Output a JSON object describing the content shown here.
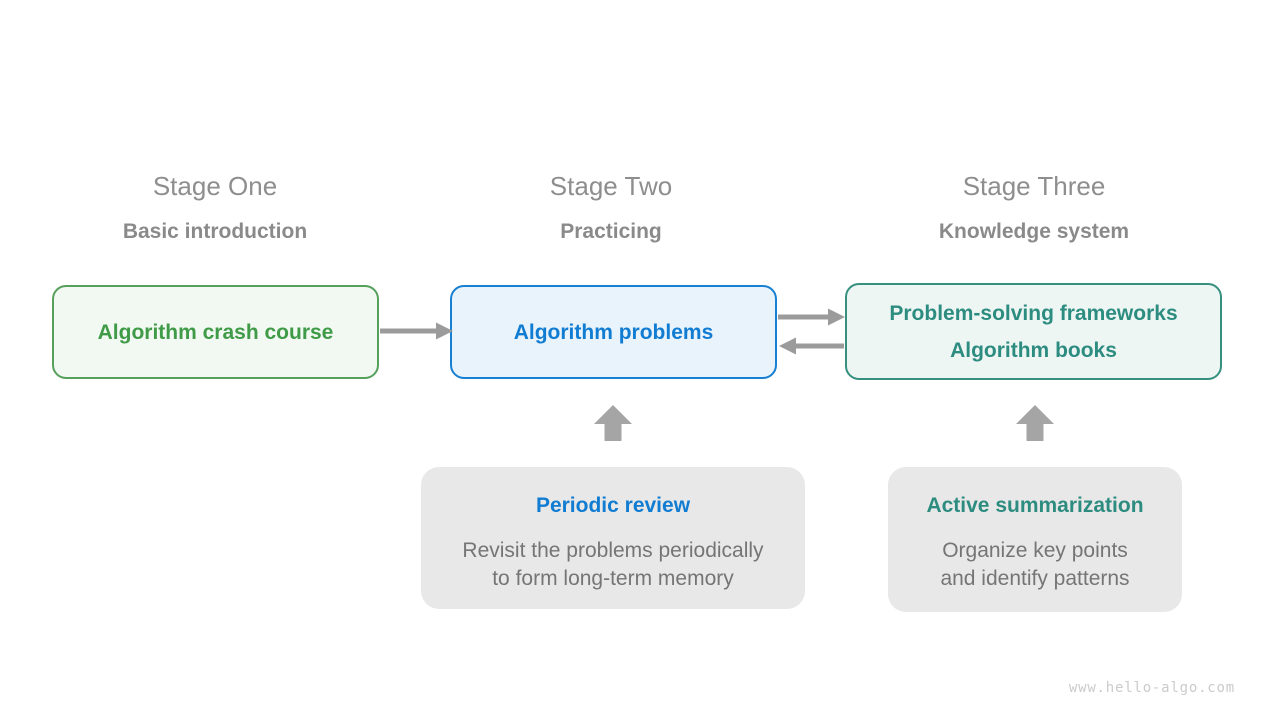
{
  "stages": [
    {
      "title": "Stage One",
      "subtitle": "Basic introduction",
      "box": {
        "lines": [
          "Algorithm crash course"
        ]
      }
    },
    {
      "title": "Stage Two",
      "subtitle": "Practicing",
      "box": {
        "lines": [
          "Algorithm problems"
        ]
      }
    },
    {
      "title": "Stage Three",
      "subtitle": "Knowledge system",
      "box": {
        "lines": [
          "Problem-solving frameworks",
          "Algorithm books"
        ]
      }
    }
  ],
  "notes": [
    {
      "title": "Periodic review",
      "lines": [
        "Revisit the problems periodically",
        "to form long-term memory"
      ]
    },
    {
      "title": "Active summarization",
      "lines": [
        "Organize key points",
        "and identify patterns"
      ]
    }
  ],
  "arrows": [
    {
      "name": "arrow-stage1-to-stage2",
      "direction": "right"
    },
    {
      "name": "arrow-stage2-to-stage3",
      "direction": "right"
    },
    {
      "name": "arrow-stage3-to-stage2",
      "direction": "left"
    },
    {
      "name": "arrow-periodic-review-up",
      "direction": "up"
    },
    {
      "name": "arrow-active-summarization-up",
      "direction": "up"
    }
  ],
  "colors": {
    "green_text": "#3f9b47",
    "green_border": "#57a05c",
    "green_bg": "#f2f8f2",
    "blue_text": "#107cd2",
    "blue_border": "#1780d2",
    "blue_bg": "#e9f3fc",
    "teal_text": "#2d8c80",
    "teal_border": "#35907f",
    "teal_bg": "#eef6f4",
    "stage_title_gray": "#8e8e8e",
    "stage_subtitle_gray": "#8a8a8a",
    "note_bg": "#e8e8e8",
    "note_body_gray": "#757575",
    "arrow_gray": "#9b9b9b",
    "watermark_gray": "#cbcbcb",
    "background": "#ffffff"
  },
  "watermark": "www.hello-algo.com"
}
